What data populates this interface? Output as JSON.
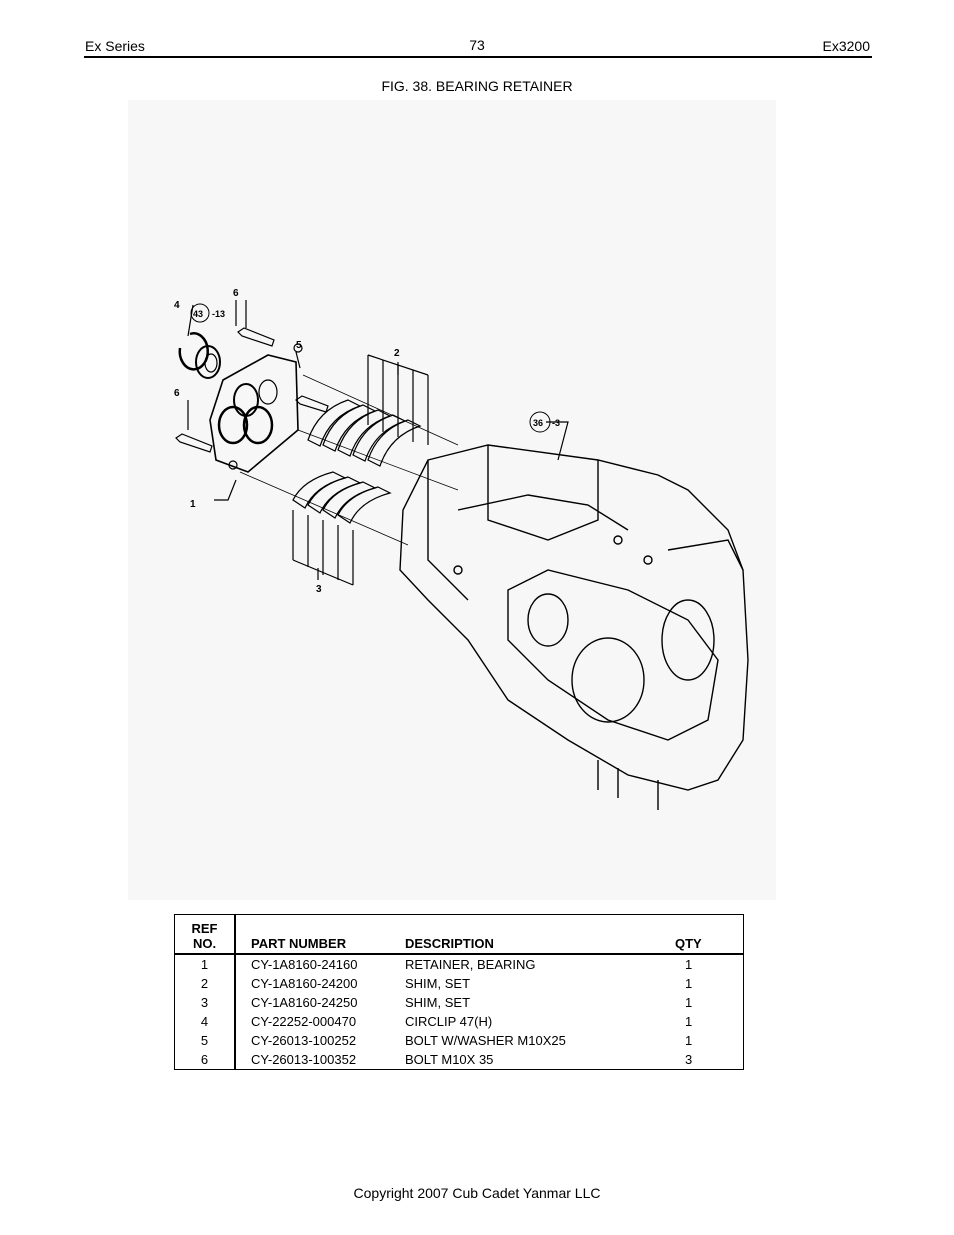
{
  "header": {
    "left": "Ex Series",
    "page_number": "73",
    "right": "Ex3200"
  },
  "figure": {
    "title": "FIG. 38. BEARING RETAINER",
    "callouts": [
      "1",
      "2",
      "3",
      "4",
      "5",
      "6",
      "6",
      "43",
      "-13",
      "36",
      "-3"
    ]
  },
  "parts_table": {
    "headers": {
      "ref_line1": "REF",
      "ref_line2": "NO.",
      "part_number": "PART NUMBER",
      "description": "DESCRIPTION",
      "qty": "QTY"
    },
    "rows": [
      {
        "ref": "1",
        "part_number": "CY-1A8160-24160",
        "description": "RETAINER, BEARING",
        "qty": "1"
      },
      {
        "ref": "2",
        "part_number": "CY-1A8160-24200",
        "description": "SHIM, SET",
        "qty": "1"
      },
      {
        "ref": "3",
        "part_number": "CY-1A8160-24250",
        "description": "SHIM, SET",
        "qty": "1"
      },
      {
        "ref": "4",
        "part_number": "CY-22252-000470",
        "description": "CIRCLIP 47(H)",
        "qty": "1"
      },
      {
        "ref": "5",
        "part_number": "CY-26013-100252",
        "description": "BOLT W/WASHER M10X25",
        "qty": "1"
      },
      {
        "ref": "6",
        "part_number": "CY-26013-100352",
        "description": "BOLT M10X 35",
        "qty": "3"
      }
    ]
  },
  "footer": {
    "copyright": "Copyright 2007 Cub Cadet Yanmar LLC"
  }
}
